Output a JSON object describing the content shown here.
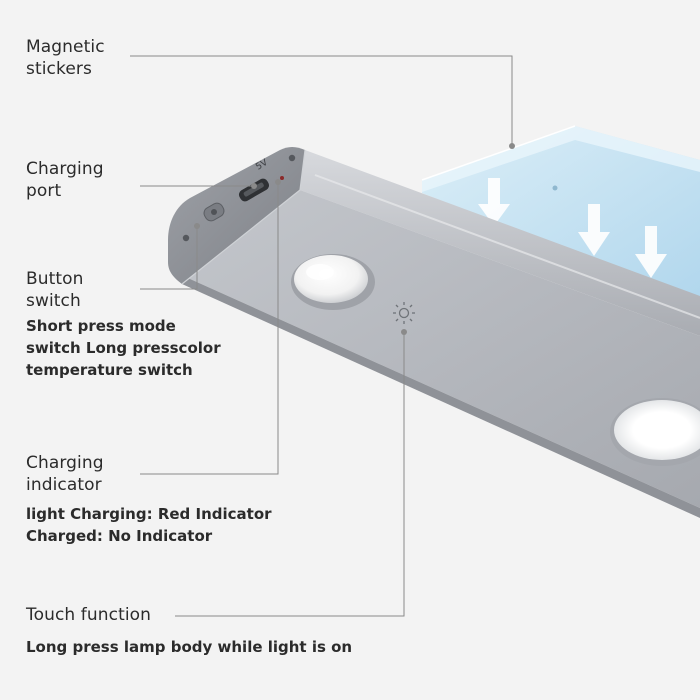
{
  "callouts": {
    "magnetic": {
      "line1": "Magnetic",
      "line2": "stickers"
    },
    "charging_port": {
      "line1": "Charging",
      "line2": "port"
    },
    "button": {
      "line1": "Button",
      "line2": "switch",
      "desc1": "Short press mode",
      "desc2": "switch  Long presscolor",
      "desc3": "temperature switch"
    },
    "indicator": {
      "line1": "Charging",
      "line2": "indicator",
      "desc1": "light Charging: Red Indicator",
      "desc2": "Charged: No Indicator"
    },
    "touch": {
      "label": "Touch function",
      "desc": "Long press lamp body while light is on"
    }
  },
  "product": {
    "port_marking": "5V"
  },
  "colors": {
    "background": "#f3f3f3",
    "lamp_body": "#b9bcc2",
    "magnetic_plate": "#bcdff1",
    "arrow": "#ffffff",
    "leader_line": "#8a8a8a",
    "text": "#2b2b2b"
  }
}
